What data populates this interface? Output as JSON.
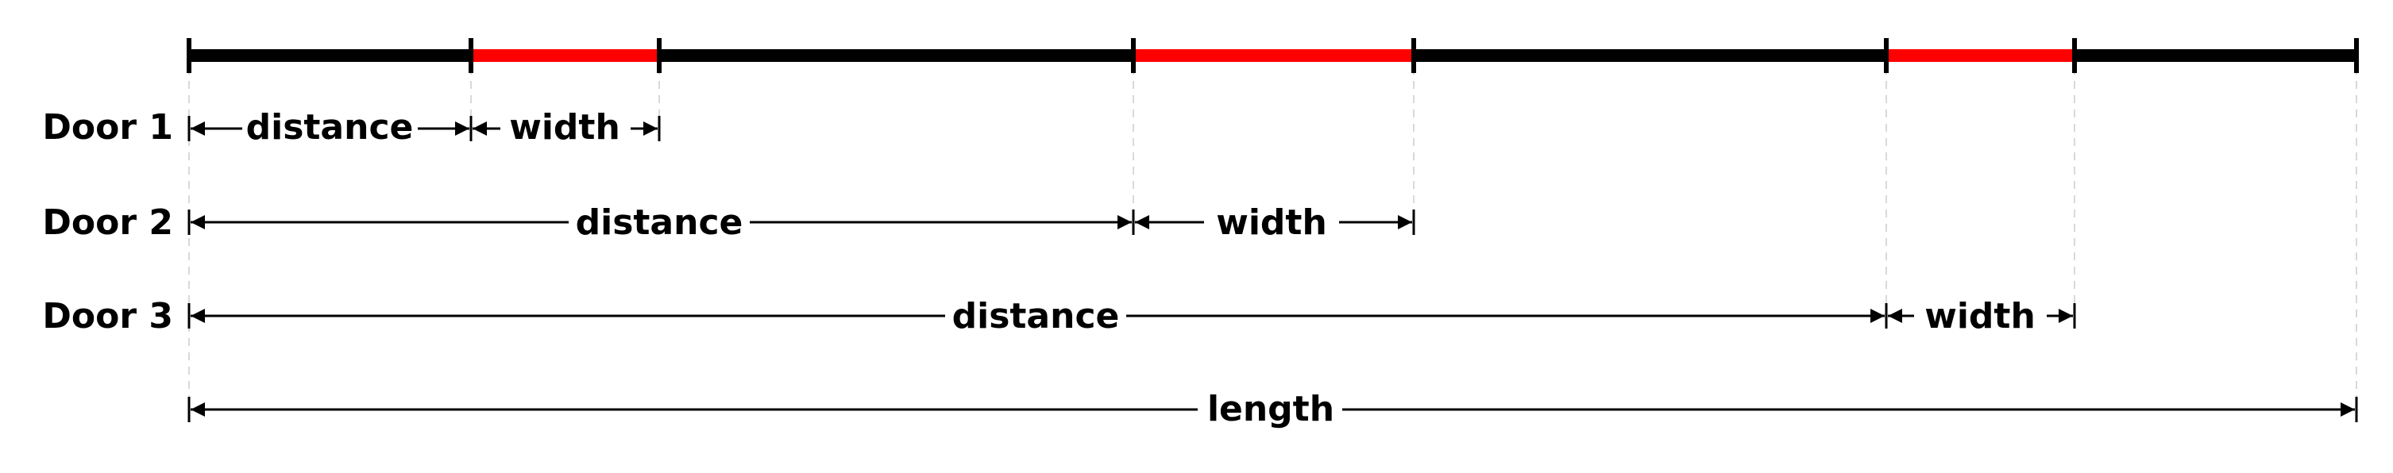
{
  "rows": [
    {
      "label": "Door 1",
      "distance_label": "distance",
      "width_label": "width"
    },
    {
      "label": "Door 2",
      "distance_label": "distance",
      "width_label": "width"
    },
    {
      "label": "Door 3",
      "distance_label": "distance",
      "width_label": "width"
    }
  ],
  "length_label": "length",
  "colors": {
    "wall": "#000000",
    "door": "#ff0000",
    "guide": "#d9d9d9",
    "text": "#000000"
  }
}
